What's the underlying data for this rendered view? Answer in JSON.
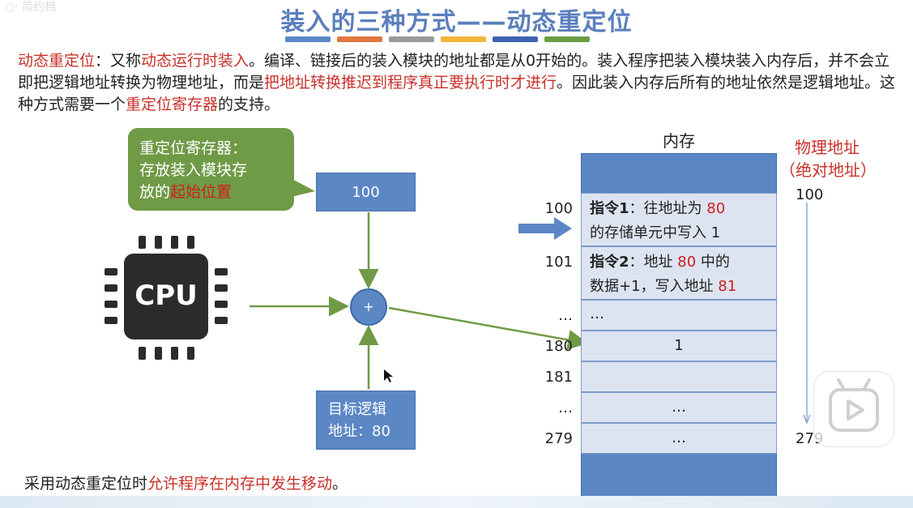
{
  "watermark_top": "○· 简约档",
  "title": "装入的三种方式——动态重定位",
  "title_bar_colors": [
    "#5b87c5",
    "#e07840",
    "#9a9a9a",
    "#f0b73a",
    "#3e63b0",
    "#6a9d45"
  ],
  "paragraph": [
    {
      "t": "动态重定位",
      "hl": true
    },
    {
      "t": "：又称",
      "hl": false
    },
    {
      "t": "动态运行时装入",
      "hl": true
    },
    {
      "t": "。编译、链接后的装入模块的地址都是从0开始的。装入程序把装入模块装入内存后，并不会立即把逻辑地址转换为物理地址，而是",
      "hl": false
    },
    {
      "t": "把地址转换推迟到程序真正要执行时才进行",
      "hl": true
    },
    {
      "t": "。因此装入内存后所有的地址依然是逻辑地址。这种方式需要一个",
      "hl": false
    },
    {
      "t": "重定位寄存器",
      "hl": true
    },
    {
      "t": "的支持。",
      "hl": false
    }
  ],
  "callout": {
    "line1": "重定位寄存器：",
    "line2": "存放装入模块存",
    "line3_prefix": "放的",
    "line3_hl": "起始位置"
  },
  "register_value": "100",
  "adder_symbol": "+",
  "cpu_label": "CPU",
  "logical_address": {
    "line1": "目标逻辑",
    "line2": "地址：80"
  },
  "memory": {
    "title": "内存",
    "rows": [
      {
        "addr": "100",
        "content": ""
      },
      {
        "addr": "101",
        "content": ""
      },
      {
        "addr": "…",
        "content": "…"
      },
      {
        "addr": "180",
        "content": "1"
      },
      {
        "addr": "181",
        "content": ""
      },
      {
        "addr": "…",
        "content": "…"
      },
      {
        "addr": "279",
        "content": "…"
      }
    ],
    "instr1": {
      "label": "指令1",
      "p1": "：往地址为 ",
      "v1": "80",
      "p2": "的存储单元中写入 1"
    },
    "instr2": {
      "label": "指令2",
      "p1": "：地址 ",
      "v1": "80",
      "p2": " 中的",
      "p3": "数据+1，写入地址 ",
      "v2": "81"
    }
  },
  "physical_address": {
    "title1": "物理地址",
    "title2": "（绝对地址）",
    "start": "100",
    "end": "279"
  },
  "footer": {
    "prefix": "采用动态重定位时",
    "hl": "允许程序在内存中发生移动",
    "suffix": "。"
  },
  "colors": {
    "accent_blue": "#5b87c5",
    "arrow_green": "#6f9a46",
    "highlight_red": "#c8322a"
  }
}
